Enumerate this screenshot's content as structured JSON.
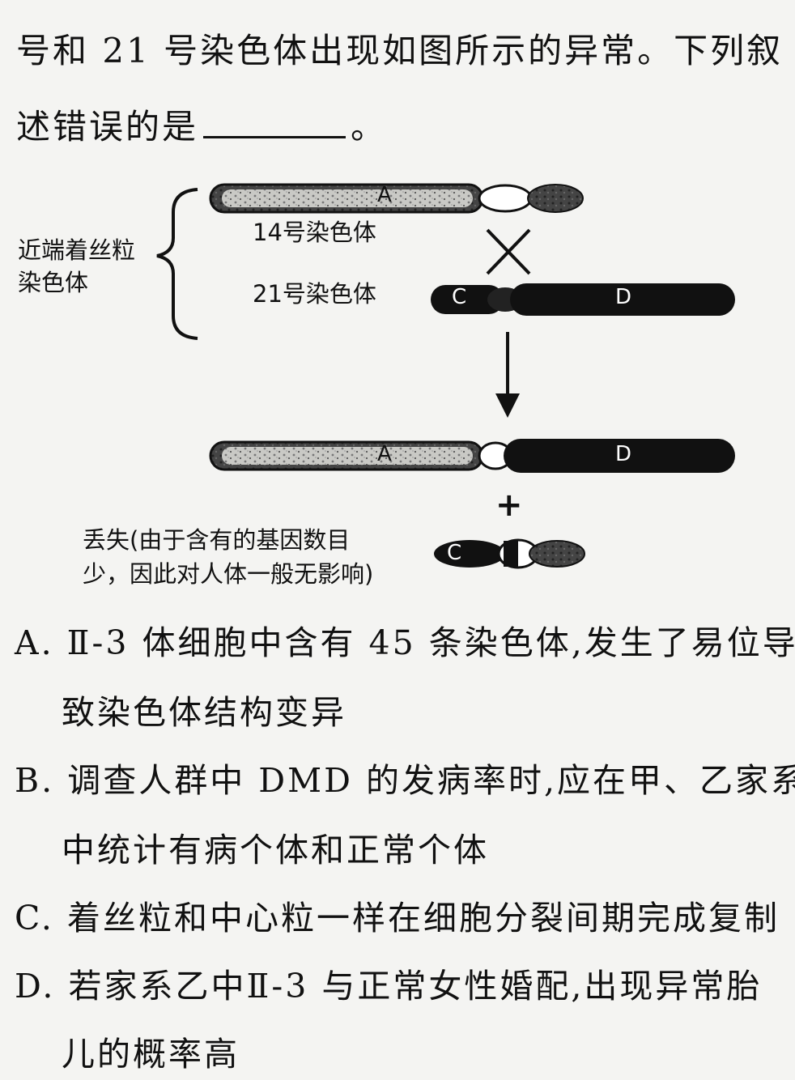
{
  "question": {
    "line1": "号和 21 号染色体出现如图所示的异常。下列叙",
    "line2_prefix": "述错误的是",
    "line2_suffix": "。"
  },
  "diagram": {
    "brace_label_line1": "近端着丝粒",
    "brace_label_line2": "染色体",
    "chr14_label": "14号染色体",
    "chr21_label": "21号染色体",
    "segment_a": "A",
    "segment_c": "C",
    "segment_d": "D",
    "cross_symbol": "×",
    "plus_symbol": "+",
    "lost_line1": "丢失(由于含有的基因数目",
    "lost_line2": "少，因此对人体一般无影响)"
  },
  "options": [
    {
      "line1": "A. Ⅱ-3 体细胞中含有 45 条染色体,发生了易位导",
      "line2": "致染色体结构变异"
    },
    {
      "line1": "B. 调查人群中 DMD 的发病率时,应在甲、乙家系",
      "line2": "中统计有病个体和正常个体"
    },
    {
      "line1": "C. 着丝粒和中心粒一样在细胞分裂间期完成复制",
      "line2": ""
    },
    {
      "line1": "D. 若家系乙中Ⅱ-3 与正常女性婚配,出现异常胎",
      "line2": "儿的概率高"
    }
  ]
}
